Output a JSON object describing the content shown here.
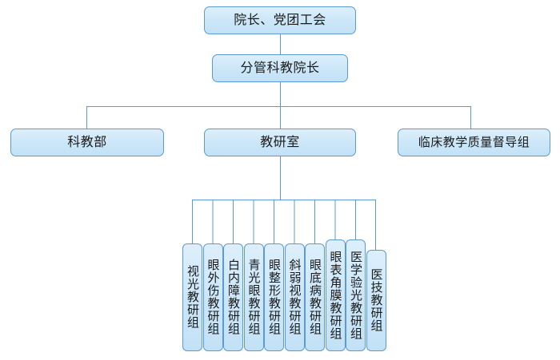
{
  "chart_title": "",
  "style": {
    "box_border_color": "#5b9bd5",
    "box_fill_color": "#cbe6f8",
    "connector_color": "#5b9bd5",
    "text_color": "#1a1a1a",
    "background": "#ffffff"
  },
  "level1": {
    "label": "院长、党团工会"
  },
  "level2": {
    "label": "分管科教院长"
  },
  "level3": [
    {
      "label": "科教部"
    },
    {
      "label": "教研室"
    },
    {
      "label": "临床教学质量督导组"
    }
  ],
  "level4": [
    {
      "label": "视光教研组"
    },
    {
      "label": "眼外伤教研组"
    },
    {
      "label": "白内障教研组"
    },
    {
      "label": "青光眼教研组"
    },
    {
      "label": "眼整形教研组"
    },
    {
      "label": "斜弱视教研组"
    },
    {
      "label": "眼底病教研组"
    },
    {
      "label": "眼表角膜教研组"
    },
    {
      "label": "医学验光教研组"
    },
    {
      "label": "医技教研组"
    }
  ]
}
